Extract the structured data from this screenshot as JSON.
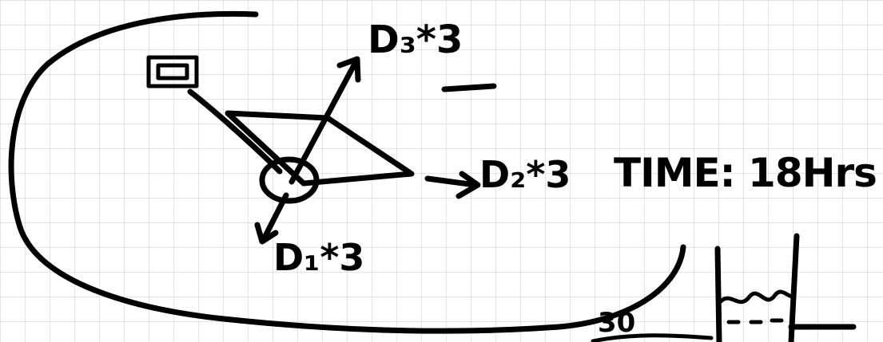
{
  "colors": {
    "background": "#ffffff",
    "grid": "#c8c8c8",
    "ink": "#000000"
  },
  "labels": {
    "d3": "D₃*3",
    "d2": "D₂*3",
    "d1": "D₁*3",
    "time": "TIME: 18Hrs",
    "thirty": "30"
  }
}
